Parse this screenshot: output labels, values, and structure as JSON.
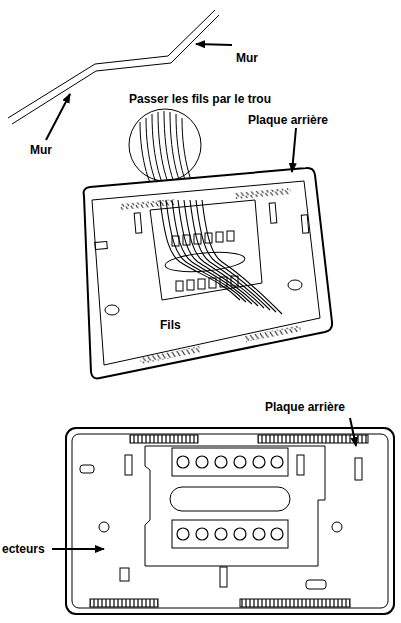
{
  "diagram": {
    "labels": [
      "Mur",
      "Passer les fils par le trou",
      "Mur",
      "Plaque arrière",
      "Fils",
      "Plaque arrière",
      "ecteurs"
    ]
  }
}
